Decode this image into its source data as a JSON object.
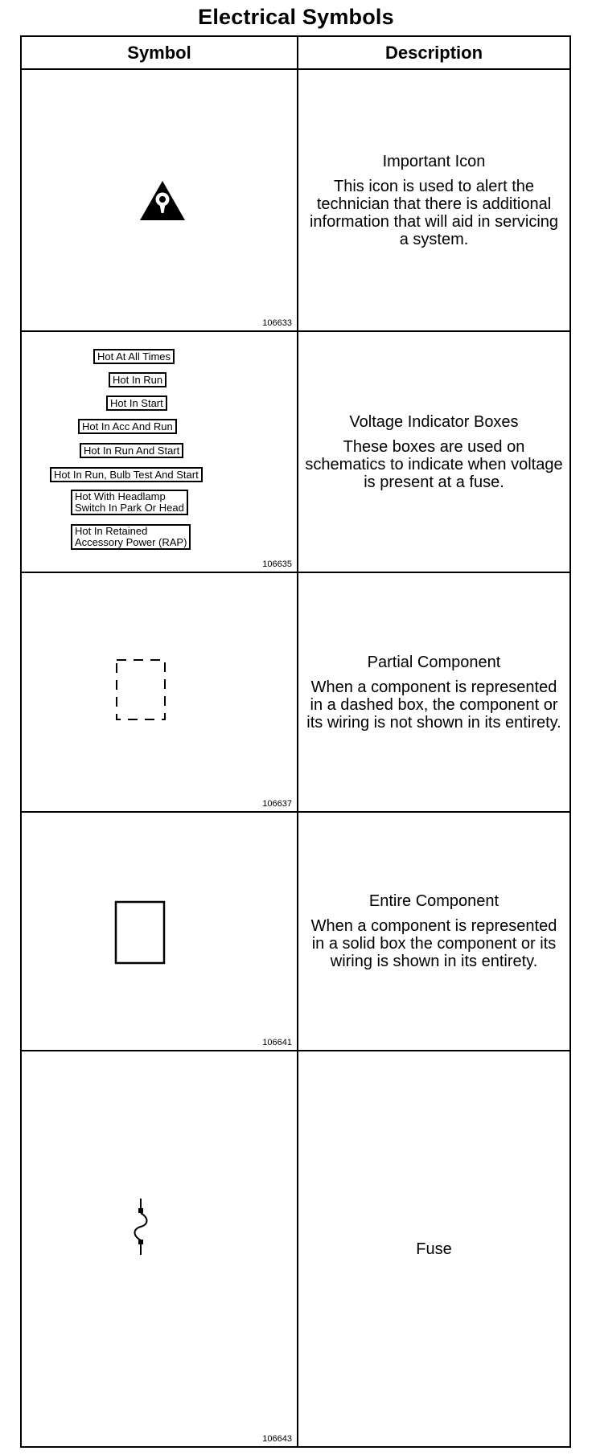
{
  "title": "Electrical Symbols",
  "headers": {
    "symbol": "Symbol",
    "description": "Description"
  },
  "rows": [
    {
      "symbol": "warning-triangle-icon",
      "fig": "106633",
      "desc_title": "Important Icon",
      "desc_text": "This icon is used to alert the technician that there is additional information that will aid in servicing a system."
    },
    {
      "symbol": "voltage-indicator-boxes",
      "fig": "106635",
      "desc_title": "Voltage Indicator Boxes",
      "desc_text": "These boxes are used on schematics to indicate when voltage is present at a fuse.",
      "boxes": [
        [
          "Hot At All Times"
        ],
        [
          "Hot In Run"
        ],
        [
          "Hot In Start"
        ],
        [
          "Hot In Acc And Run"
        ],
        [
          "Hot In Run And Start"
        ],
        [
          "Hot In Run, Bulb Test And Start"
        ],
        [
          "Hot With Headlamp",
          "Switch In Park Or Head"
        ],
        [
          "Hot In Retained",
          "Accessory Power (RAP)"
        ]
      ]
    },
    {
      "symbol": "dashed-box-icon",
      "fig": "106637",
      "desc_title": "Partial Component",
      "desc_text": "When a component is represented in a dashed box, the component or its wiring is not shown in its entirety."
    },
    {
      "symbol": "solid-box-icon",
      "fig": "106641",
      "desc_title": "Entire Component",
      "desc_text": "When a component is represented in a solid box the component or its wiring is shown in its entirety."
    },
    {
      "symbol": "fuse-icon",
      "fig": "106643",
      "desc_title": "",
      "desc_text": "Fuse"
    }
  ]
}
